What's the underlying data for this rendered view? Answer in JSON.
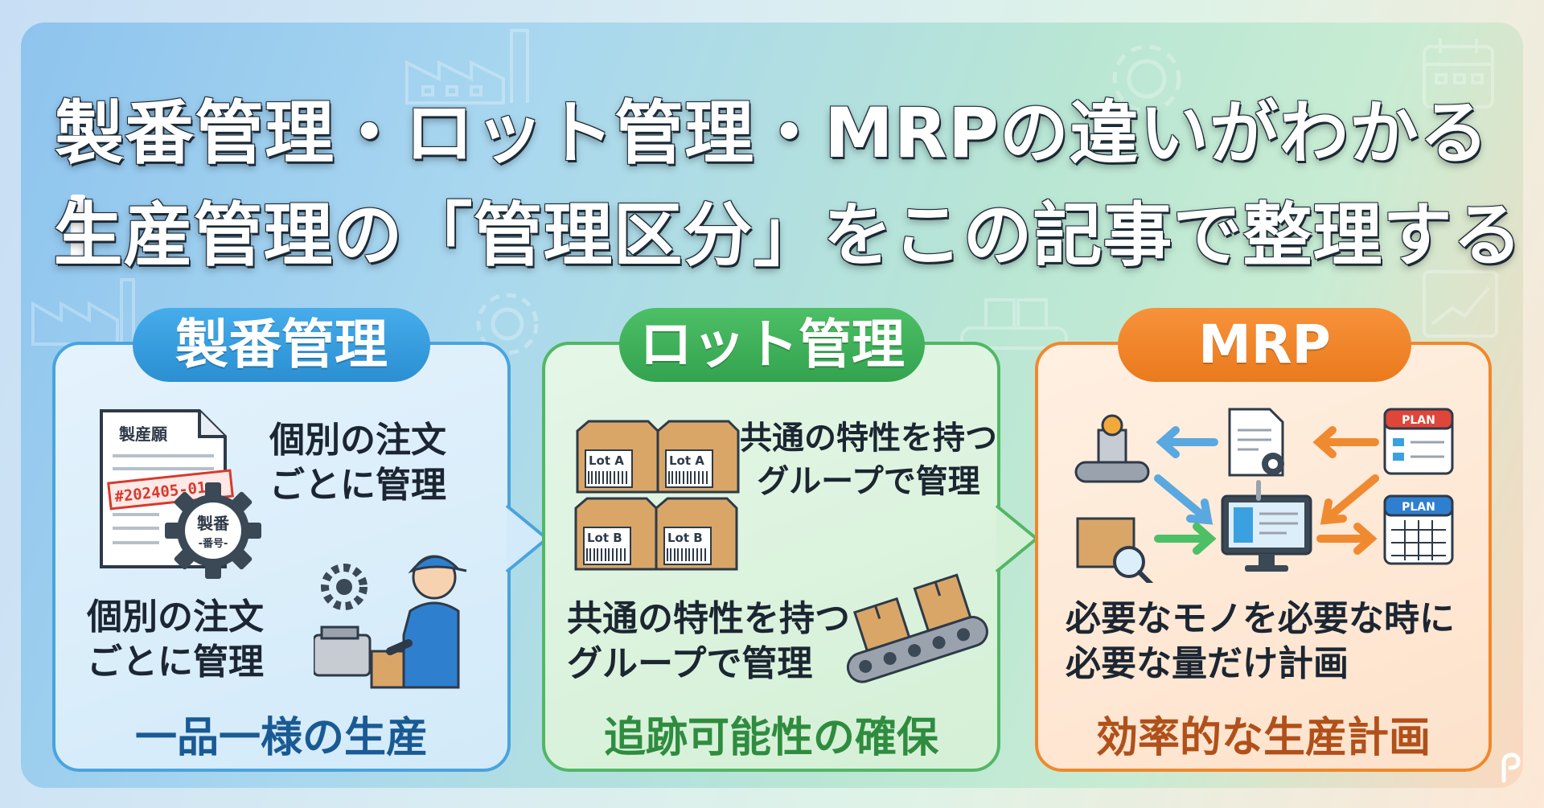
{
  "title": {
    "line1": "製番管理・ロット管理・MRPの違いがわかる",
    "line2": "生産管理の「管理区分」をこの記事で整理する"
  },
  "cards": [
    {
      "heading": "製番管理",
      "doc_title": "製産願",
      "doc_number": "#202405-01",
      "gear_label_top": "製番",
      "gear_label_bottom": "-番号-",
      "desc_top": [
        "個別の注文",
        "ごとに管理"
      ],
      "desc_bottom": [
        "個別の注文",
        "ごとに管理"
      ],
      "footer": "一品一様の生産",
      "accent": "#2b8fd2"
    },
    {
      "heading": "ロット管理",
      "box_labels": [
        "Lot A",
        "Lot A",
        "Lot B",
        "Lot B"
      ],
      "desc_top": [
        "共通の特性を持つ",
        "グループで管理"
      ],
      "desc_bottom": [
        "共通の特性を持つ",
        "グループで管理"
      ],
      "footer": "追跡可能性の確保",
      "accent": "#33a350"
    },
    {
      "heading": "MRP",
      "plan_labels": [
        "PLAN",
        "PLAN"
      ],
      "desc": [
        "必要なモノを必要な時に",
        "必要な量だけ計画"
      ],
      "footer": "効率的な生産計画",
      "accent": "#ea7a1d"
    }
  ],
  "icons": [
    "factory-icon",
    "gear-icon",
    "calendar-icon",
    "chart-icon",
    "conveyor-icon",
    "worker-icon",
    "box-icon",
    "document-icon",
    "monitor-icon",
    "magnifier-icon",
    "arrow-icon",
    "logo-icon"
  ]
}
